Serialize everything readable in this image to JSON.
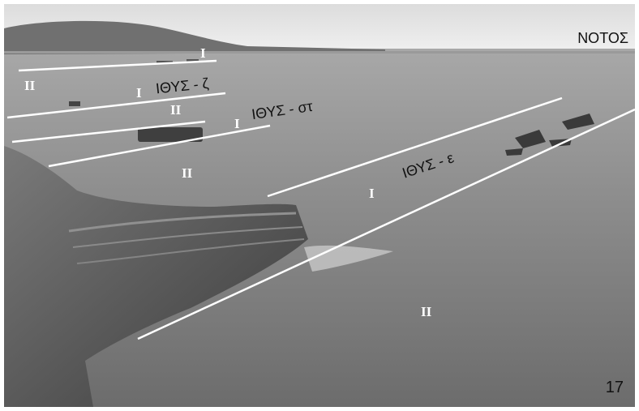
{
  "image": {
    "description_labels": {
      "direction": "ΝΟΤΟΣ",
      "page_number": "17"
    },
    "zones": [
      {
        "id": "z",
        "text": "ΙΘΥΣ - ζ"
      },
      {
        "id": "st",
        "text": "ΙΘΥΣ - στ"
      },
      {
        "id": "e",
        "text": "ΙΘΥΣ - ε"
      }
    ],
    "markers": {
      "one": "I",
      "two": "II"
    }
  }
}
